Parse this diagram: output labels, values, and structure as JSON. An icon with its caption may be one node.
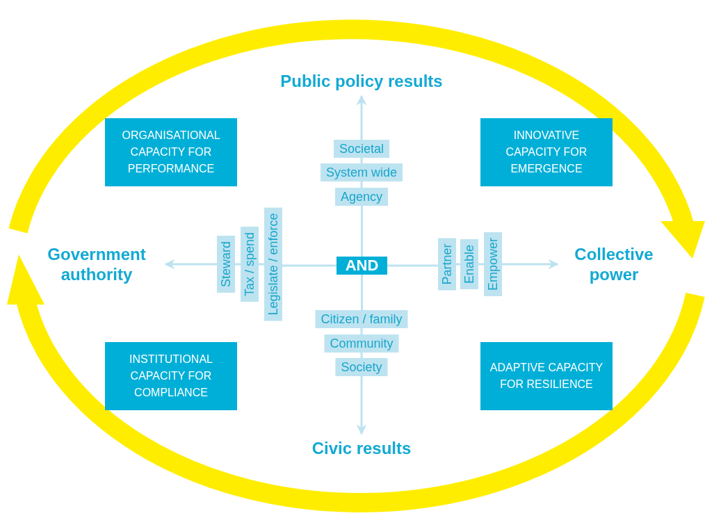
{
  "diagram": {
    "nodes": [
      {
        "text": [
          "AND"
        ]
      },
      {
        "text": [
          "Public policy results"
        ]
      },
      {
        "text": [
          "Civic results"
        ]
      },
      {
        "text": [
          "Government authority"
        ]
      },
      {
        "text": [
          "Collective power"
        ]
      },
      {
        "text": [
          "ORGANISATIONAL CAPACITY FOR PERFORMANCE"
        ]
      },
      {
        "text": [
          "INNOVATIVE CAPACITY FOR EMERGENCE"
        ]
      },
      {
        "text": [
          "INSTITUTIONAL CAPACITY FOR COMPLIANCE"
        ]
      },
      {
        "text": [
          "ADAPTIVE CAPACITY FOR RESILIENCE"
        ]
      },
      {
        "text": [
          "Societal"
        ]
      },
      {
        "text": [
          "System wide"
        ]
      },
      {
        "text": [
          "Agency"
        ]
      },
      {
        "text": [
          "Citizen / family"
        ]
      },
      {
        "text": [
          "Community"
        ]
      },
      {
        "text": [
          "Society"
        ]
      },
      {
        "text": [
          "Steward"
        ]
      },
      {
        "text": [
          "Tax / spend"
        ]
      },
      {
        "text": [
          "Legislate / enforce"
        ]
      },
      {
        "text": [
          "Partner"
        ]
      },
      {
        "text": [
          "Enable"
        ]
      },
      {
        "text": [
          "Empower"
        ]
      }
    ],
    "edges": [
      {
        "from": 0,
        "to": 11,
        "arrow": "none"
      },
      {
        "from": 11,
        "to": 10,
        "arrow": "none"
      },
      {
        "from": 10,
        "to": 9,
        "arrow": "none"
      },
      {
        "from": 9,
        "to": 1,
        "arrow": "to"
      },
      {
        "from": 0,
        "to": 12,
        "arrow": "none"
      },
      {
        "from": 12,
        "to": 13,
        "arrow": "none"
      },
      {
        "from": 13,
        "to": 14,
        "arrow": "none"
      },
      {
        "from": 14,
        "to": 2,
        "arrow": "to"
      },
      {
        "from": 0,
        "to": 17,
        "arrow": "none"
      },
      {
        "from": 17,
        "to": 16,
        "arrow": "none"
      },
      {
        "from": 16,
        "to": 15,
        "arrow": "none"
      },
      {
        "from": 15,
        "to": 3,
        "arrow": "to"
      },
      {
        "from": 0,
        "to": 18,
        "arrow": "none"
      },
      {
        "from": 18,
        "to": 19,
        "arrow": "none"
      },
      {
        "from": 19,
        "to": 20,
        "arrow": "none"
      },
      {
        "from": 20,
        "to": 4,
        "arrow": "to"
      }
    ]
  }
}
